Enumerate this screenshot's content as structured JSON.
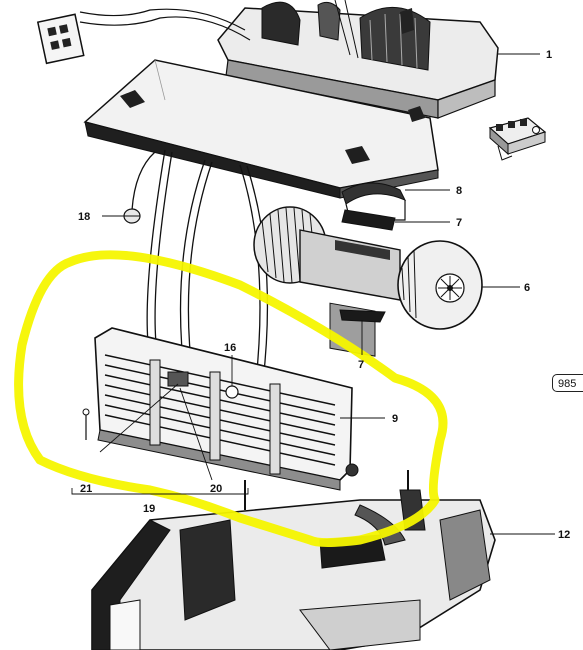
{
  "diagram": {
    "colors": {
      "line": "#111111",
      "dark": "#1a1a1a",
      "mid": "#8a8a8a",
      "light": "#d8d8d8",
      "highlight": "#f5f500"
    },
    "callouts": {
      "c1": "1",
      "c6": "6",
      "c7a": "7",
      "c7b": "7",
      "c8": "8",
      "c9": "9",
      "c12": "12",
      "c16": "16",
      "c18": "18",
      "c19": "19",
      "c20": "20",
      "c21": "21"
    },
    "reference_number": "985"
  }
}
